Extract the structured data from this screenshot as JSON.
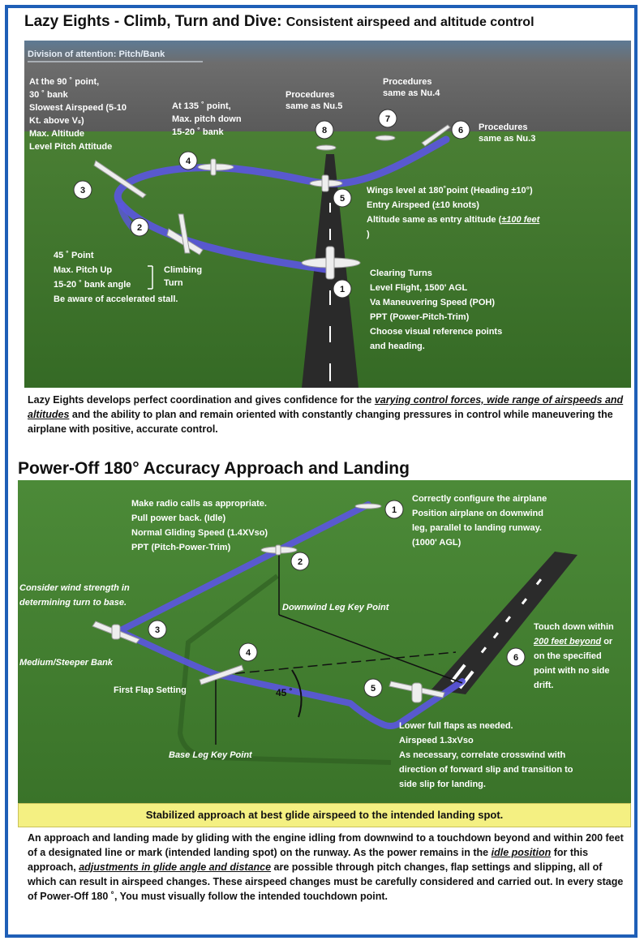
{
  "lazy_eights": {
    "title_main": "Lazy Eights - Climb, Turn and Dive:",
    "title_sub": "Consistent airspeed and altitude control",
    "division_label": "Division of attention: Pitch/Bank",
    "note_90": [
      "At the 90 ˚ point,",
      "30 ˚ bank",
      "Slowest Airspeed (5-10",
      "Kt. above Vₛ)",
      "Max. Altitude",
      "Level Pitch Attitude"
    ],
    "note_135": [
      "At 135 ˚ point,",
      "Max. pitch down",
      "15-20 ˚ bank"
    ],
    "note_proc5": [
      "Procedures",
      "same as Nu.5"
    ],
    "note_proc4": [
      "Procedures",
      "same as Nu.4"
    ],
    "note_proc3": [
      "Procedures",
      "same as Nu.3"
    ],
    "note_180": [
      "Wings level at 180˚point (Heading ±10°)",
      "Entry Airspeed (±10 knots)",
      "Altitude same as entry altitude ("
    ],
    "note_180_underlined": "±100 feet",
    "note_180_end": ")",
    "note_45": [
      "45 ˚ Point",
      "Max. Pitch Up",
      "15-20 ˚ bank angle",
      "Be aware of accelerated stall."
    ],
    "climbing_turn": [
      "Climbing",
      "Turn"
    ],
    "note_entry": [
      "Clearing Turns",
      "Level Flight, 1500' AGL",
      "Va Maneuvering Speed (POH)",
      "PPT (Power-Pitch-Trim)",
      "Choose visual reference points",
      "and heading."
    ],
    "badges": [
      "1",
      "2",
      "3",
      "4",
      "5",
      "6",
      "7",
      "8"
    ],
    "desc_part1": "Lazy Eights develops perfect coordination and gives confidence for the ",
    "desc_emph": "varying control forces, wide range of airspeeds and altitudes",
    "desc_part2": " and the ability to plan and remain oriented with constantly changing pressures in control while maneuvering the airplane with positive, accurate control."
  },
  "power_off": {
    "title": "Power-Off 180° Accuracy Approach and Landing",
    "note_radio": [
      "Make radio calls as appropriate.",
      "Pull power back. (Idle)",
      "Normal Gliding Speed (1.4XVso)",
      "PPT (Pitch-Power-Trim)"
    ],
    "note_config": [
      "Correctly configure the airplane",
      "Position airplane on downwind",
      "leg, parallel to landing runway.",
      "(1000' AGL)"
    ],
    "note_wind": [
      "Consider wind strength in",
      "determining turn to base."
    ],
    "downwind_key": "Downwind Leg Key Point",
    "medium_bank": "Medium/Steeper Bank",
    "first_flap": "First Flap Setting",
    "angle_label": "45 ˚",
    "base_key": "Base Leg Key Point",
    "note_touch_1": "Touch down within",
    "note_touch_u": "200 feet beyond",
    "note_touch_2": " or",
    "note_touch_rest": [
      "on the specified",
      "point with no side",
      "drift."
    ],
    "note_flaps": [
      "Lower full flaps as needed.",
      "Airspeed 1.3xVso",
      "As necessary, correlate crosswind with",
      "direction of forward slip and transition to",
      "side slip for landing."
    ],
    "badges": [
      "1",
      "2",
      "3",
      "4",
      "5",
      "6"
    ],
    "banner": "Stabilized approach at best glide airspeed to the intended landing spot.",
    "desc_part1": "An approach and landing made by gliding with the engine idling from downwind to a touchdown beyond and within 200 feet of a designated line or mark (intended landing spot) on the runway. As the power remains in the ",
    "desc_emph1": "idle position",
    "desc_part2": " for this approach, ",
    "desc_emph2": "adjustments in glide angle and distance",
    "desc_part3": " are possible through pitch changes, flap settings and slipping, all of which can result in airspeed changes. These airspeed changes must be carefully considered and carried out. In every stage of Power-Off 180 ˚, You must visually follow the intended touchdown point."
  },
  "colors": {
    "frame": "#1f5fb7",
    "grass": "#3f7a2e",
    "sky": "#6b6b6b",
    "path": "#5b55e0",
    "banner": "#f4f082"
  }
}
